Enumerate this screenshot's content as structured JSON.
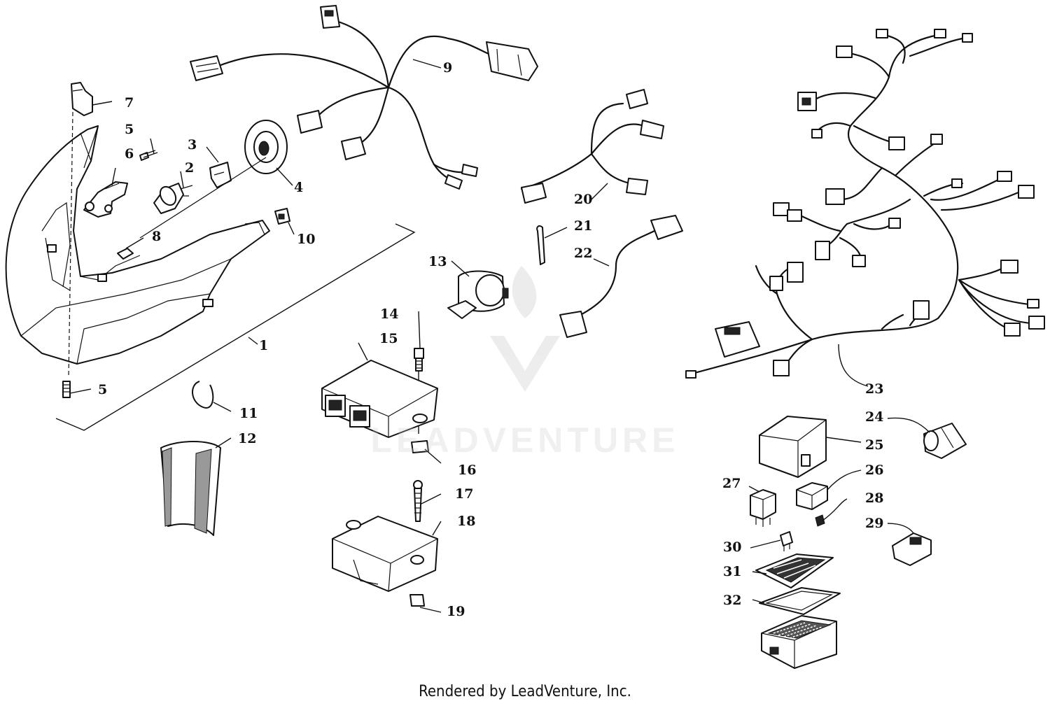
{
  "callouts": [
    "1",
    "2",
    "3",
    "4",
    "5",
    "6",
    "7",
    "8",
    "9",
    "10",
    "11",
    "12",
    "13",
    "14",
    "15",
    "16",
    "17",
    "18",
    "19",
    "20",
    "21",
    "22",
    "23",
    "24",
    "25",
    "26",
    "27",
    "28",
    "29",
    "30",
    "31",
    "32"
  ],
  "watermark": "LEADVENTURE",
  "footer": "Rendered by LeadVenture, Inc.",
  "colors": {
    "line": "#111111",
    "background": "#ffffff",
    "watermark": "#c8c8c8"
  }
}
